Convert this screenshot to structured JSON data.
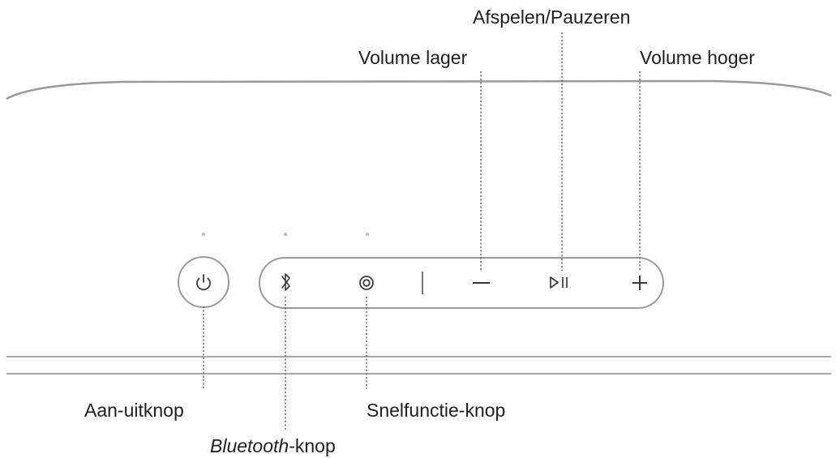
{
  "labels": {
    "play_pause": "Afspelen/Pauzeren",
    "volume_down": "Volume lager",
    "volume_up": "Volume hoger",
    "power": "Aan-uitknop",
    "shortcut": "Snelfunctie-knop",
    "bluetooth_italic": "Bluetooth",
    "bluetooth_suffix": "-knop"
  },
  "colors": {
    "outline": "#9a9a9a",
    "icon": "#3a3a3a",
    "leader": "#555555",
    "indicator": "#bdbdbd"
  },
  "icons": [
    "power-icon",
    "bluetooth-icon",
    "shortcut-icon",
    "minus-icon",
    "play-pause-icon",
    "plus-icon"
  ]
}
